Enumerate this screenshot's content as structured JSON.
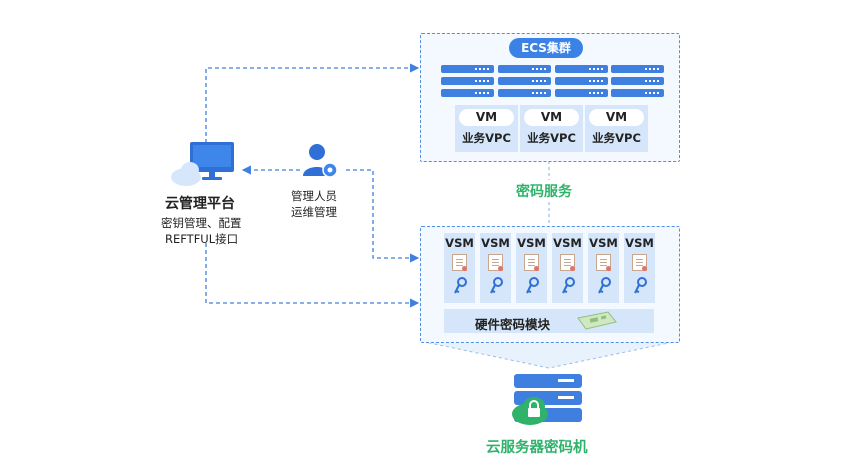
{
  "platform": {
    "title": "云管理平台",
    "desc_line1": "密钥管理、配置",
    "desc_line2": "REFTFUL接口"
  },
  "admin": {
    "line1": "管理人员",
    "line2": "运维管理"
  },
  "ecs": {
    "title": "ECS集群",
    "vms": [
      {
        "name": "VM",
        "label": "业务VPC"
      },
      {
        "name": "VM",
        "label": "业务VPC"
      },
      {
        "name": "VM",
        "label": "业务VPC"
      }
    ]
  },
  "service_label": "密码服务",
  "hsm": {
    "vsms": [
      "VSM",
      "VSM",
      "VSM",
      "VSM",
      "VSM",
      "VSM"
    ],
    "module_label": "硬件密码模块"
  },
  "machine_label": "云服务器密码机",
  "colors": {
    "blue": "#3b82e6",
    "light_blue": "#d5e6fa",
    "green": "#2fb36b"
  }
}
